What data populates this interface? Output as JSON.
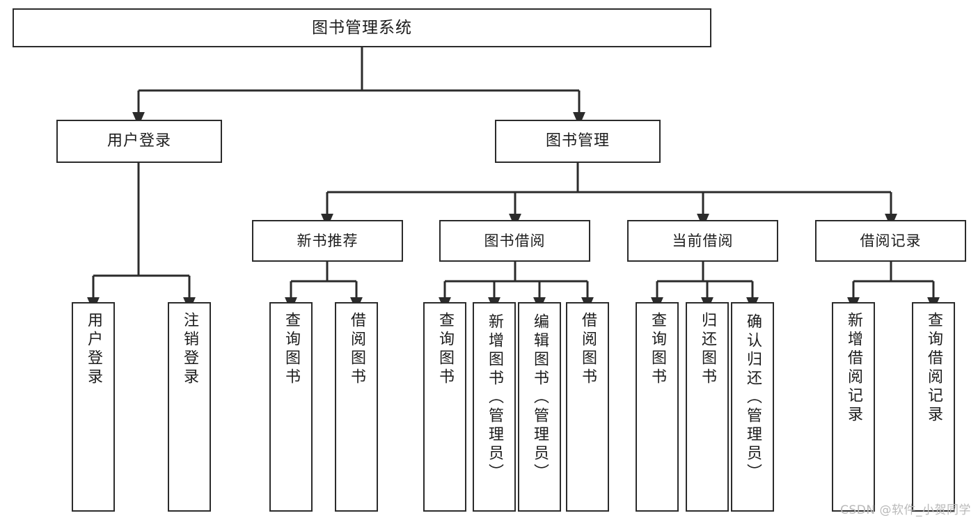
{
  "diagram": {
    "title": "图书管理系统",
    "type": "tree",
    "watermark": "CSDN @软件_小贺同学",
    "colors": {
      "box_border": "#2b2b2b",
      "box_fill": "#ffffff",
      "connector": "#2b2b2b",
      "text": "#1c1c1c",
      "watermark": "#b9b9b9"
    },
    "root": {
      "label": "图书管理系统"
    },
    "level1": [
      {
        "label": "用户登录"
      },
      {
        "label": "图书管理"
      }
    ],
    "level2": [
      {
        "label": "新书推荐"
      },
      {
        "label": "图书借阅"
      },
      {
        "label": "当前借阅"
      },
      {
        "label": "借阅记录"
      }
    ],
    "leaves": [
      {
        "label": "用户登录",
        "parent": "用户登录"
      },
      {
        "label": "注销登录",
        "parent": "用户登录"
      },
      {
        "label": "查询图书",
        "parent": "新书推荐"
      },
      {
        "label": "借阅图书",
        "parent": "新书推荐"
      },
      {
        "label": "查询图书",
        "parent": "图书借阅"
      },
      {
        "label": "新增图书（管理员）",
        "parent": "图书借阅"
      },
      {
        "label": "编辑图书（管理员）",
        "parent": "图书借阅"
      },
      {
        "label": "借阅图书",
        "parent": "图书借阅"
      },
      {
        "label": "查询图书",
        "parent": "当前借阅"
      },
      {
        "label": "归还图书",
        "parent": "当前借阅"
      },
      {
        "label": "确认归还（管理员）",
        "parent": "当前借阅"
      },
      {
        "label": "新增借阅记录",
        "parent": "借阅记录"
      },
      {
        "label": "查询借阅记录",
        "parent": "借阅记录"
      }
    ]
  }
}
